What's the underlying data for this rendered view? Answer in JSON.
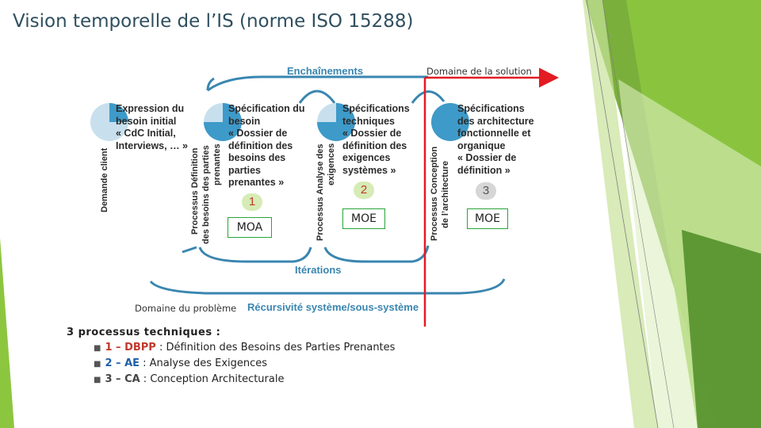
{
  "title": "Vision temporelle de l’IS (norme ISO 15288)",
  "domaine_solution": "Domaine de la solution",
  "domaine_probleme": "Domaine du problème",
  "arcs": {
    "enchainements": "Enchaînements",
    "iterations": "Itérations",
    "recursivite": "Récursivité système/sous-système"
  },
  "vertical_labels": {
    "demande_client": "Demande client",
    "proc1_line1": "Processus Définition",
    "proc1_line2": "des besoins des parties",
    "proc1_line3": "prenantes",
    "proc2": "Processus Analyse des",
    "proc2_line2": "exigences",
    "proc3_line1": "Processus Conception",
    "proc3_line2": "de l’architecture"
  },
  "columns": {
    "col0": [
      "Expression du",
      "besoin initial",
      "« CdC Initial,",
      "Interviews, … »"
    ],
    "col1": [
      "Spécification du",
      "besoin",
      "« Dossier de",
      "définition des",
      "besoins des",
      "parties",
      "prenantes »"
    ],
    "col2": [
      "Spécifications",
      "techniques",
      "« Dossier de",
      "définition des",
      "exigences",
      "systèmes »"
    ],
    "col3": [
      "Spécifications",
      "des architecture",
      "fonctionnelle et",
      "organique",
      "« Dossier de",
      "définition »"
    ]
  },
  "badges": {
    "b1": "1",
    "b2": "2",
    "b3": "3"
  },
  "boxes": {
    "moa": "MOA",
    "moe1": "MOE",
    "moe2": "MOE"
  },
  "processes": {
    "heading": "3 processus techniques :",
    "items": [
      {
        "num": "1",
        "abbr": "DBPP",
        "color": "#c0392b",
        "text": " : Définition des Besoins des Parties Prenantes"
      },
      {
        "num": "2",
        "abbr": "AE",
        "color": "#1f5fa8",
        "text": " : Analyse des Exigences"
      },
      {
        "num": "3",
        "abbr": "CA",
        "color": "#444444",
        "text": " : Conception Architecturale"
      }
    ]
  },
  "colors": {
    "red_line": "#e31b23",
    "arc_blue": "#3a86b0",
    "pie_blue": "#3e9ac9",
    "box_green": "#29a33a",
    "deco_green_dark": "#5a9e2f",
    "deco_green_light": "#a4d65e"
  }
}
